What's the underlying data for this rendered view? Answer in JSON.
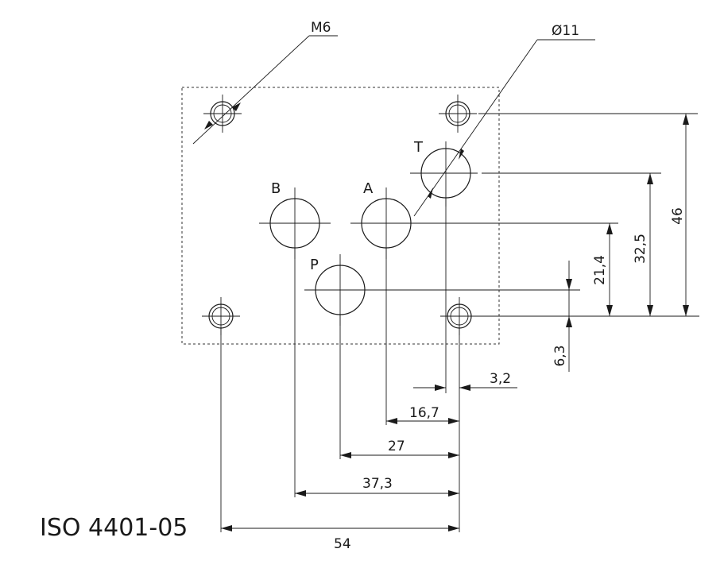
{
  "standard": "ISO 4401-05",
  "thread_label": "M6",
  "port_diameter_label": "Ø11",
  "ports": {
    "t": "T",
    "b": "B",
    "a": "A",
    "p": "P"
  },
  "dimensions": {
    "total_height": "46",
    "t_height": "32,5",
    "ab_height": "21,4",
    "p_height": "6,3",
    "t_offset": "3,2",
    "a_offset": "16,7",
    "p_offset": "27",
    "b_offset": "37,3",
    "total_width": "54"
  }
}
